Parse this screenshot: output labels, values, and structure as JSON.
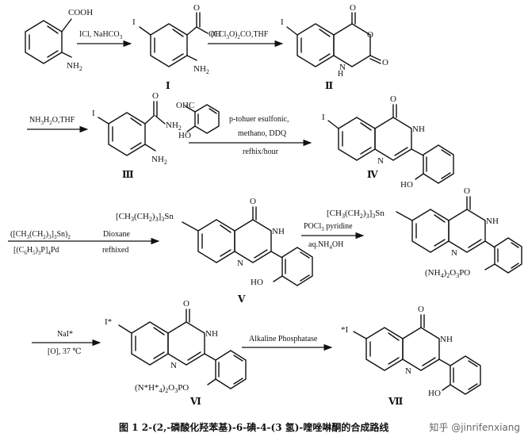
{
  "compounds": [
    {
      "id": "I",
      "label": "Ⅰ"
    },
    {
      "id": "II",
      "label": "Ⅱ"
    },
    {
      "id": "III",
      "label": "Ⅲ"
    },
    {
      "id": "IV",
      "label": "Ⅳ"
    },
    {
      "id": "V",
      "label": "Ⅴ"
    },
    {
      "id": "VI",
      "label": "Ⅵ"
    },
    {
      "id": "VII",
      "label": "Ⅶ"
    }
  ],
  "atoms": {
    "cooh": "COOH",
    "nh2": "NH2",
    "i": "I",
    "oh": "OH",
    "o": "O",
    "nh": "NH",
    "n": "N",
    "nh2_amide": "NH2",
    "oh_phenol": "HO",
    "ohc": "OHC",
    "ho_ald": "HO",
    "stannyl": "[CH3(CH2)3]3Sn",
    "phosphate": "(NH4)2O3PO",
    "star_i": "I*",
    "i_star": "*I",
    "phosphate_star": "(N*H*4)2O3PO"
  },
  "reactions": [
    {
      "id": "r1",
      "above": "ICl, NaHCO3",
      "below": ""
    },
    {
      "id": "r2",
      "above": "(CCl3O)2CO,THF",
      "below": ""
    },
    {
      "id": "r3",
      "above": "NH3H2O,THF",
      "below": ""
    },
    {
      "id": "r4",
      "above": "p-tohuer esulfonic,",
      "line2": "methano, DDQ",
      "below": "refhix/hour"
    },
    {
      "id": "r5",
      "above": "([CH3(CH2)3]3Sn)2",
      "below": "[(C6H5)3P]4Pd"
    },
    {
      "id": "r6",
      "above": "Dioxane",
      "below": "refhixed"
    },
    {
      "id": "r7",
      "above": "POCl3 pyridine",
      "below": "aq.NH4OH"
    },
    {
      "id": "r8",
      "above": "NaI*",
      "below": "[O], 37 ℃"
    },
    {
      "id": "r9",
      "above": "Alkaline Phosphatase",
      "below": ""
    }
  ],
  "caption": "图 1   2-(2,-磷酸化羟苯基)-6-碘-4-(3 氢)-喹唑啉酮的合成路线",
  "watermark": "知乎 @jinrifenxiang"
}
